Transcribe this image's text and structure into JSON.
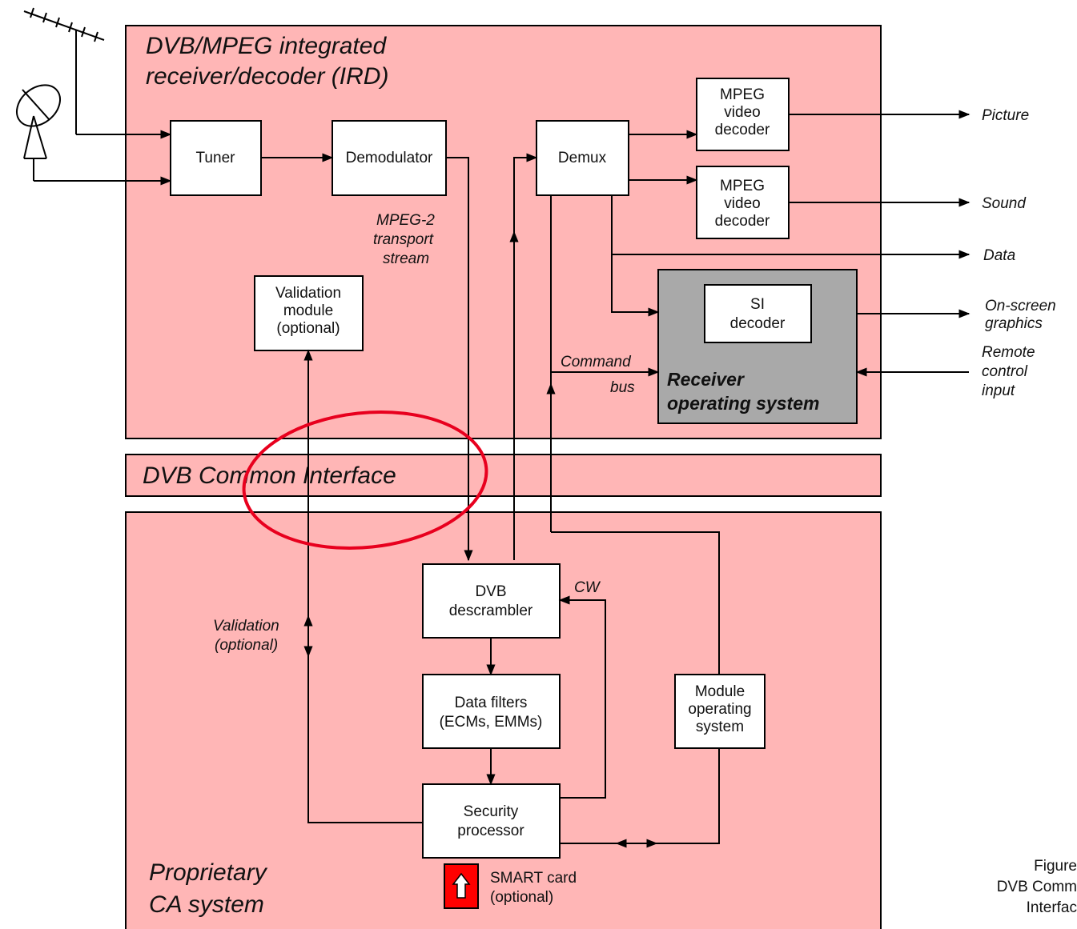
{
  "colors": {
    "region_fill": "#ffb6b6",
    "box_fill": "#ffffff",
    "ros_fill": "#a9a9a9",
    "smart_card": "#ff0000",
    "highlight_ellipse": "#e8001e"
  },
  "ird": {
    "title_line1": "DVB/MPEG integrated",
    "title_line2": "receiver/decoder (IRD)"
  },
  "blocks": {
    "tuner": "Tuner",
    "demodulator": "Demodulator",
    "demux": "Demux",
    "mpeg_video_1": [
      "MPEG",
      "video",
      "decoder"
    ],
    "mpeg_video_2": [
      "MPEG",
      "video",
      "decoder"
    ],
    "validation_module": [
      "Validation",
      "module",
      "(optional)"
    ],
    "si_decoder": [
      "SI",
      "decoder"
    ],
    "receiver_os": [
      "Receiver",
      "operating system"
    ],
    "dvb_descrambler": [
      "DVB",
      "descrambler"
    ],
    "data_filters": [
      "Data filters",
      "(ECMs, EMMs)"
    ],
    "security_processor": [
      "Security",
      "processor"
    ],
    "module_os": [
      "Module",
      "operating",
      "system"
    ]
  },
  "labels": {
    "transport_stream": [
      "MPEG-2",
      "transport",
      "stream"
    ],
    "command_bus": [
      "Command",
      "bus"
    ],
    "cw": "CW",
    "validation_optional": [
      "Validation",
      "(optional)"
    ],
    "smart_card": [
      "SMART card",
      "(optional)"
    ]
  },
  "outputs": {
    "picture": "Picture",
    "sound": "Sound",
    "data": "Data",
    "onscreen": [
      "On-screen",
      "graphics"
    ],
    "remote": [
      "Remote",
      "control",
      "input"
    ]
  },
  "common_interface": {
    "title": "DVB Common Interface"
  },
  "ca_system": {
    "title_line1": "Proprietary",
    "title_line2": "CA system"
  },
  "figure_caption": [
    "Figure",
    "DVB Comm",
    "Interfac"
  ]
}
